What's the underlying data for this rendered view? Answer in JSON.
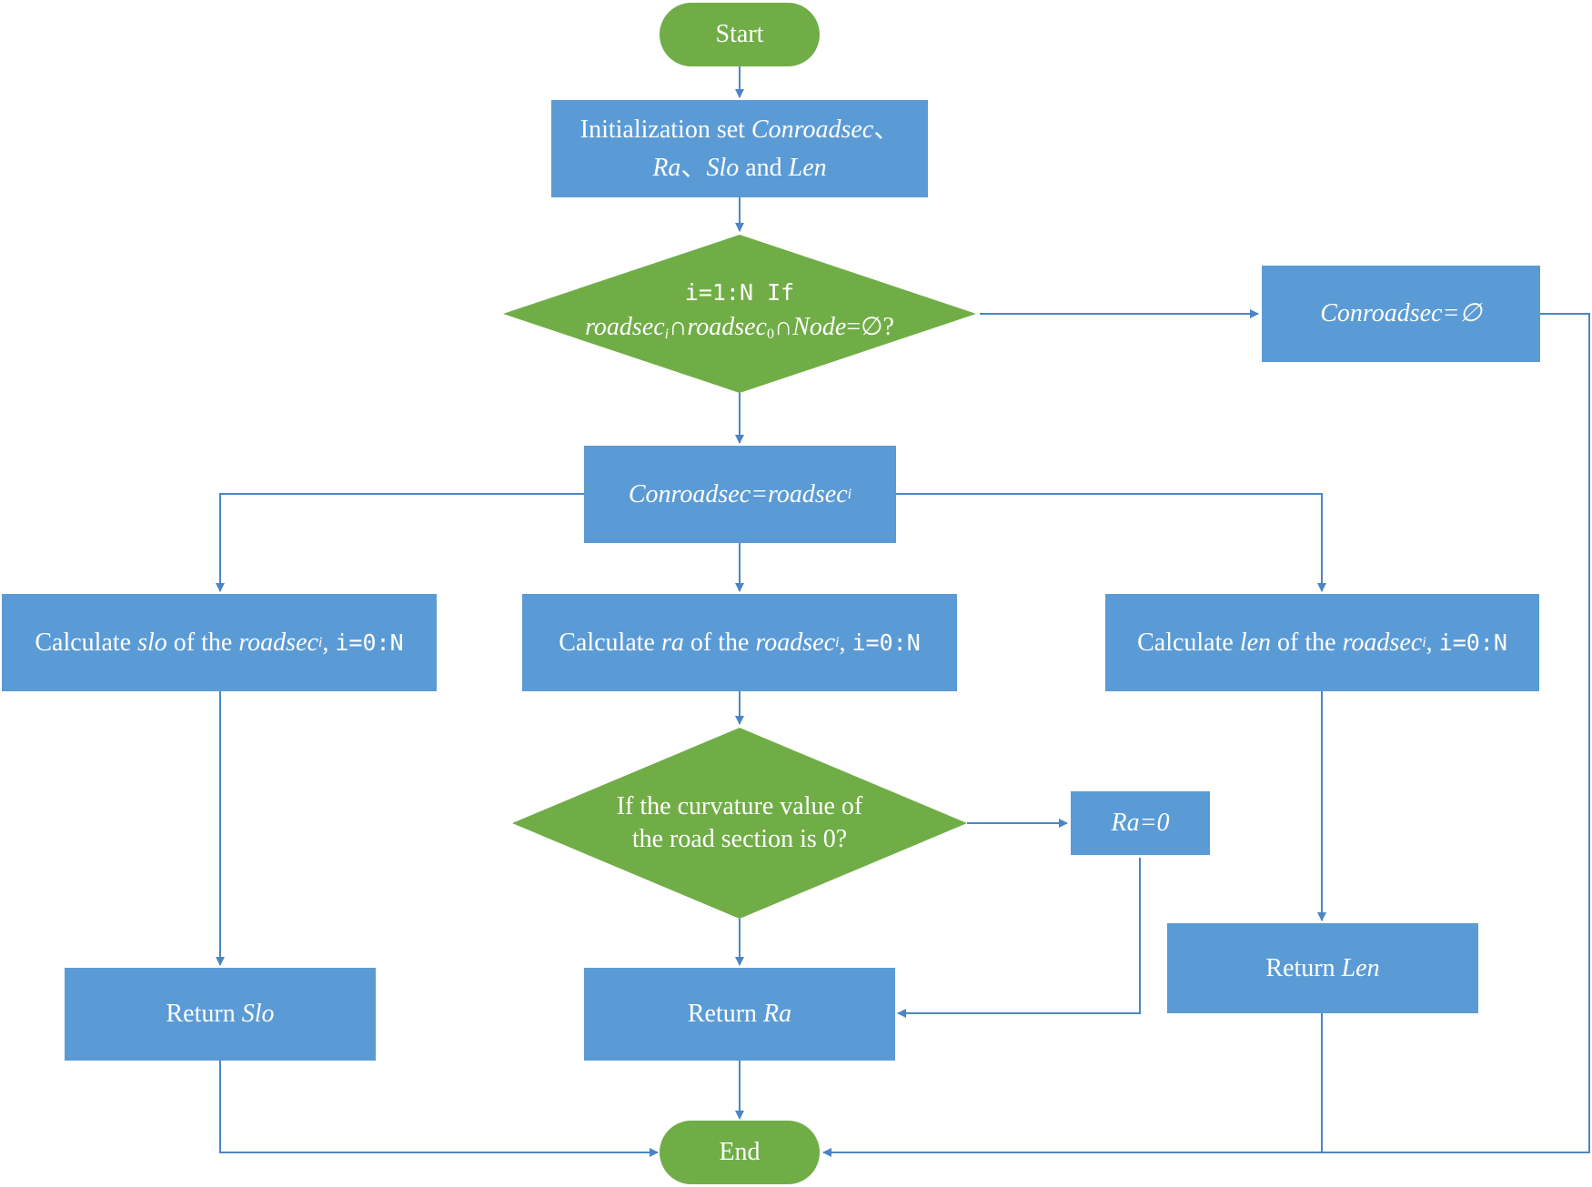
{
  "colors": {
    "process": "#5b9bd5",
    "decision": "#70ad47",
    "terminal": "#70ad47",
    "line": "#4a86c5",
    "text": "#ffffff"
  },
  "nodes": {
    "start": "Start",
    "init": {
      "line1_a": "Initialization set ",
      "line1_b": "Conroadsec",
      "line1_c": "、",
      "line2_a": "Ra",
      "line2_b": "、",
      "line2_c": "Slo",
      "line2_d": " and ",
      "line2_e": "Len"
    },
    "decision1": {
      "line1": "i=1:N If",
      "a": "roadsec",
      "a_sub": "i",
      "b": "∩",
      "c": "roadsec",
      "c_sub": "0",
      "d": "∩",
      "e": "Node",
      "f": "=∅?"
    },
    "empty": {
      "a": "Conroadsec",
      "b": "=∅"
    },
    "assign": {
      "a": "Conroadsec",
      "b": "=roadsec",
      "sub": "i"
    },
    "calc_slo": {
      "a": "Calculate ",
      "b": "slo",
      "c": " of the ",
      "d": "roadsec",
      "sub": "i",
      "e": ", ",
      "f": "i=0:N"
    },
    "calc_ra": {
      "a": "Calculate ",
      "b": "ra",
      "c": " of the ",
      "d": "roadsec",
      "sub": "i",
      "e": ", ",
      "f": "i=0:N"
    },
    "calc_len": {
      "a": "Calculate ",
      "b": "len",
      "c": " of the ",
      "d": "roadsec",
      "sub": "i",
      "e": ", ",
      "f": "i=0:N"
    },
    "decision2": {
      "line1": "If the curvature value of",
      "line2": "the road section is 0?"
    },
    "ra_zero": "Ra=0",
    "return_slo": {
      "a": "Return ",
      "b": "Slo"
    },
    "return_ra": {
      "a": "Return ",
      "b": "Ra"
    },
    "return_len": {
      "a": "Return ",
      "b": "Len"
    },
    "end": "End"
  }
}
